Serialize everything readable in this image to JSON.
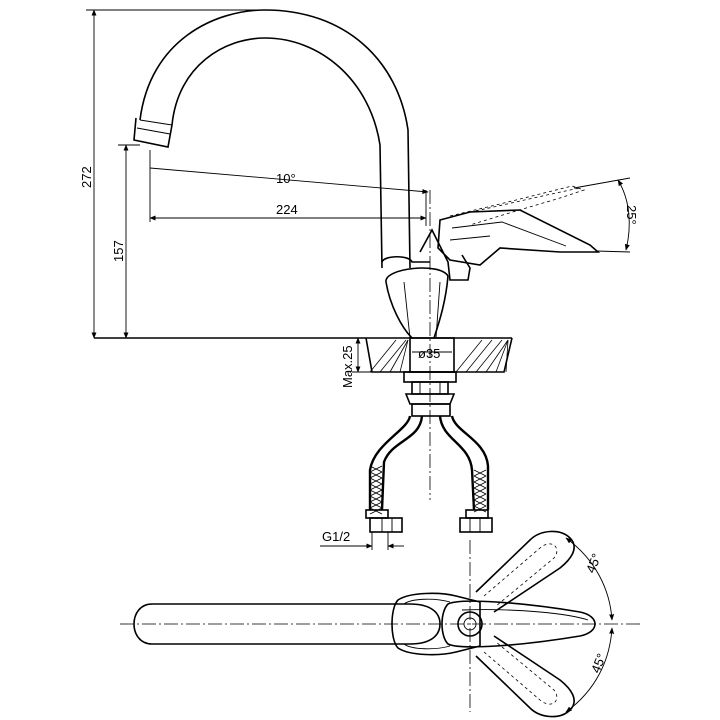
{
  "drawing": {
    "dimensions": {
      "total_height": "272",
      "spout_height": "157",
      "spout_reach": "224",
      "spout_tilt": "10°",
      "lever_angle": "25°",
      "mount_hole": "ø35",
      "max_thickness": "Max.25",
      "thread": "G1/2",
      "swing_upper": "45°",
      "swing_lower": "45°"
    }
  }
}
